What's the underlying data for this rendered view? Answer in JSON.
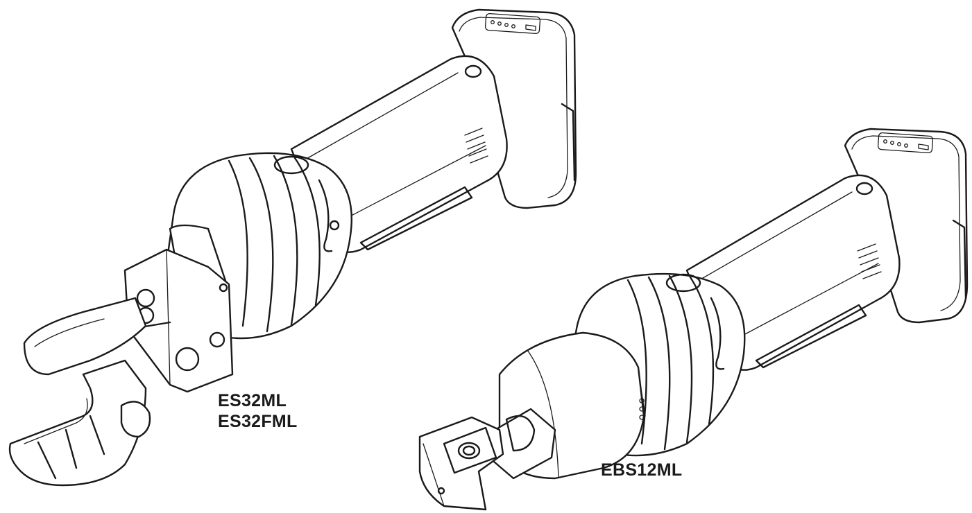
{
  "labels": {
    "tool_left_model_1": "ES32ML",
    "tool_left_model_2": "ES32FML",
    "tool_right_model": "EBS12ML"
  },
  "colors": {
    "line": "#1a1a1a",
    "background": "#ffffff"
  }
}
